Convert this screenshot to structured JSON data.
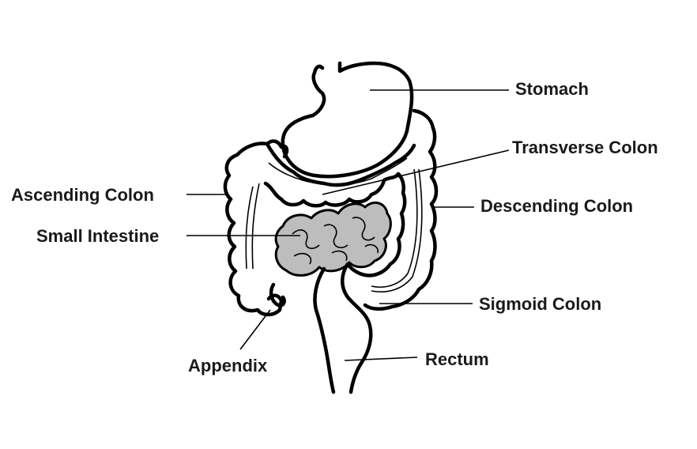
{
  "labels": {
    "stomach": "Stomach",
    "transverse_colon": "Transverse Colon",
    "ascending_colon": "Ascending Colon",
    "descending_colon": "Descending Colon",
    "small_intestine": "Small Intestine",
    "sigmoid_colon": "Sigmoid Colon",
    "appendix": "Appendix",
    "rectum": "Rectum"
  },
  "colors": {
    "outline": "#000000",
    "small_intestine_fill": "#bdbdbd",
    "label_text": "#1a1a1a",
    "background": "#ffffff"
  }
}
